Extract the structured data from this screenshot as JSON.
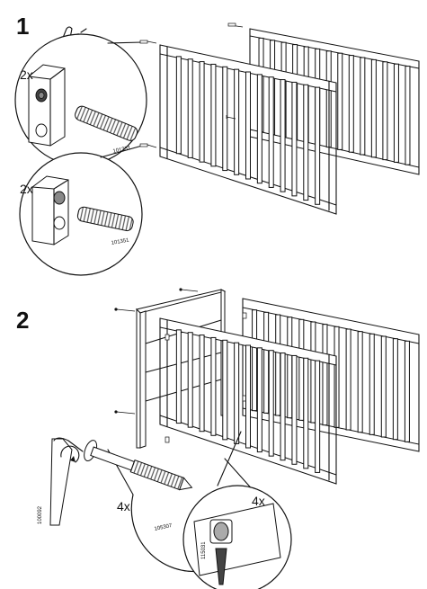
{
  "step1": {
    "number": "1",
    "callout_top_qty": "2x",
    "callout_top_part": "101351",
    "callout_bottom_qty": "2x",
    "callout_bottom_part": "101351"
  },
  "step2": {
    "number": "2",
    "callout_bolt_qty": "4x",
    "callout_bolt_part": "105307",
    "callout_key_part": "100092",
    "callout_nut_qty": "4x",
    "callout_nut_part": "115031"
  },
  "icons": {
    "press_hand": "hand-press-icon",
    "rotate": "rotate-arrow-icon"
  }
}
